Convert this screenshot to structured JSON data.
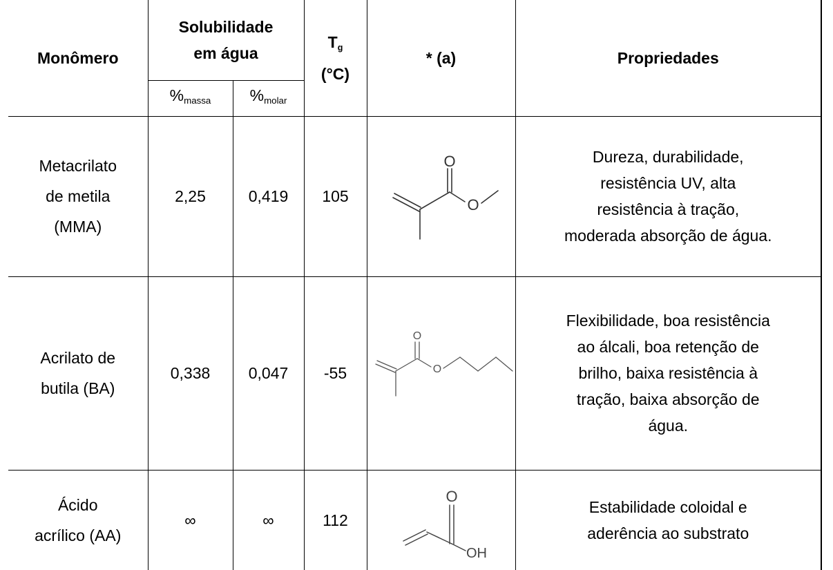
{
  "table": {
    "headers": {
      "monomer": "Monômero",
      "solubility_line1": "Solubilidade",
      "solubility_line2": "em água",
      "tg_main": "T",
      "tg_sub": "g",
      "tg_unit": "(°C)",
      "structure": "* (a)",
      "properties": "Propriedades",
      "pct_symbol": "%",
      "mass_sub": "massa",
      "molar_sub": "molar"
    },
    "rows": [
      {
        "name_line1": "Metacrilato",
        "name_line2": "de metila",
        "name_line3": "(MMA)",
        "mass": "2,25",
        "molar": "0,419",
        "tg": "105",
        "structure_icon": "mma-structure-icon",
        "props": [
          "Dureza, durabilidade,",
          "resistência UV, alta",
          "resistência à tração,",
          "moderada absorção de água."
        ]
      },
      {
        "name_line1": "Acrilato de",
        "name_line2": "butila (BA)",
        "mass": "0,338",
        "molar": "0,047",
        "tg": "-55",
        "structure_icon": "ba-structure-icon",
        "props": [
          "Flexibilidade, boa resistência",
          "ao álcali, boa retenção de",
          "brilho, baixa resistência à",
          "tração, baixa absorção de",
          "água."
        ]
      },
      {
        "name_line1": "Ácido",
        "name_line2": "acrílico (AA)",
        "mass": "∞",
        "molar": "∞",
        "tg": "112",
        "structure_icon": "aa-structure-icon",
        "props": [
          "Estabilidade coloidal e",
          "aderência ao substrato"
        ]
      }
    ],
    "atom_labels": {
      "oxygen": "O",
      "hydroxyl": "OH"
    }
  }
}
